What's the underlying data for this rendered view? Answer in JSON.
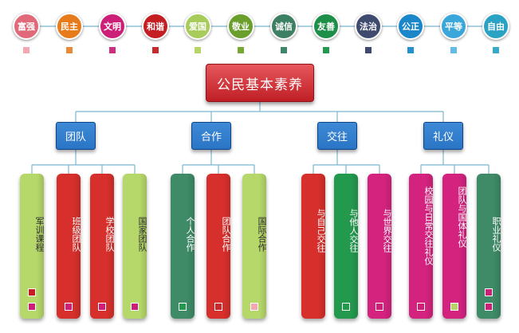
{
  "values": [
    {
      "label": "富强",
      "color": "#e06a7a",
      "marker": "#f4a7b2"
    },
    {
      "label": "民主",
      "color": "#e77b1c",
      "marker": "#e88a38"
    },
    {
      "label": "文明",
      "color": "#cc1f78",
      "marker": "#cf2f82"
    },
    {
      "label": "和谐",
      "color": "#c41d22",
      "marker": "#c62a2e"
    },
    {
      "label": "爱国",
      "color": "#a7cc5a",
      "marker": "#b5d566"
    },
    {
      "label": "敬业",
      "color": "#6a9f2c",
      "marker": "#76a832"
    },
    {
      "label": "诚信",
      "color": "#3d7f62",
      "marker": "#3f866a"
    },
    {
      "label": "友善",
      "color": "#1d8f49",
      "marker": "#23994e"
    },
    {
      "label": "法治",
      "color": "#3f4b6e",
      "marker": "#3c4a6d"
    },
    {
      "label": "公正",
      "color": "#1b87c9",
      "marker": "#2590d1"
    },
    {
      "label": "平等",
      "color": "#3aa6d9",
      "marker": "#61bde6"
    },
    {
      "label": "自由",
      "color": "#2aa2c4",
      "marker": "#38a9c8"
    }
  ],
  "root": {
    "label": "公民基本素养",
    "color": "#c9262d"
  },
  "connector_color": "#7bb7cf",
  "categories": [
    {
      "label": "团队",
      "color": "#2a74c5",
      "leaves": [
        {
          "label": "军训课程",
          "color": "#b6d86a",
          "text_color": "#2d2d2d",
          "markers": [
            "#c41d22",
            "#cc1f78"
          ]
        },
        {
          "label": "班级团队",
          "color": "#d72f2b",
          "text_color": "#ffffff",
          "markers": [
            "#cc1f78"
          ]
        },
        {
          "label": "学校团队",
          "color": "#d72f2b",
          "text_color": "#ffffff",
          "markers": [
            "#cc1f78"
          ]
        },
        {
          "label": "国家团队",
          "color": "#b6d86a",
          "text_color": "#2d2d2d",
          "markers": [
            "#cc1f78"
          ]
        }
      ]
    },
    {
      "label": "合作",
      "color": "#2a74c5",
      "leaves": [
        {
          "label": "个人合作",
          "color": "#3f8a67",
          "text_color": "#ffffff",
          "markers": [
            "#23994e"
          ]
        },
        {
          "label": "团队合作",
          "color": "#d72f2b",
          "text_color": "#ffffff",
          "markers": [
            "#c62a2e"
          ]
        },
        {
          "label": "国际合作",
          "color": "#b6d86a",
          "text_color": "#2d2d2d",
          "markers": [
            "#f4a7b2"
          ]
        }
      ]
    },
    {
      "label": "交往",
      "color": "#2a74c5",
      "leaves": [
        {
          "label": "与自己交往",
          "color": "#d72f2b",
          "text_color": "#ffffff",
          "markers": []
        },
        {
          "label": "与他人交往",
          "color": "#23994e",
          "text_color": "#ffffff",
          "markers": [
            "#23994e"
          ]
        },
        {
          "label": "与世界交往",
          "color": "#d4237f",
          "text_color": "#ffffff",
          "markers": [
            "#cc1f78"
          ]
        }
      ]
    },
    {
      "label": "礼仪",
      "color": "#2a74c5",
      "leaves": [
        {
          "label": "校园与日常交往礼仪",
          "color": "#d4237f",
          "text_color": "#ffffff",
          "markers": [
            "#cc1f78"
          ]
        },
        {
          "label": "团队与国体礼仪",
          "color": "#d4237f",
          "text_color": "#ffffff",
          "markers": [
            "#b5d566"
          ]
        },
        {
          "label": "职业礼仪",
          "color": "#3f8a67",
          "text_color": "#ffffff",
          "markers": [
            "#cc1f78",
            "#cc1f78"
          ]
        }
      ]
    }
  ]
}
